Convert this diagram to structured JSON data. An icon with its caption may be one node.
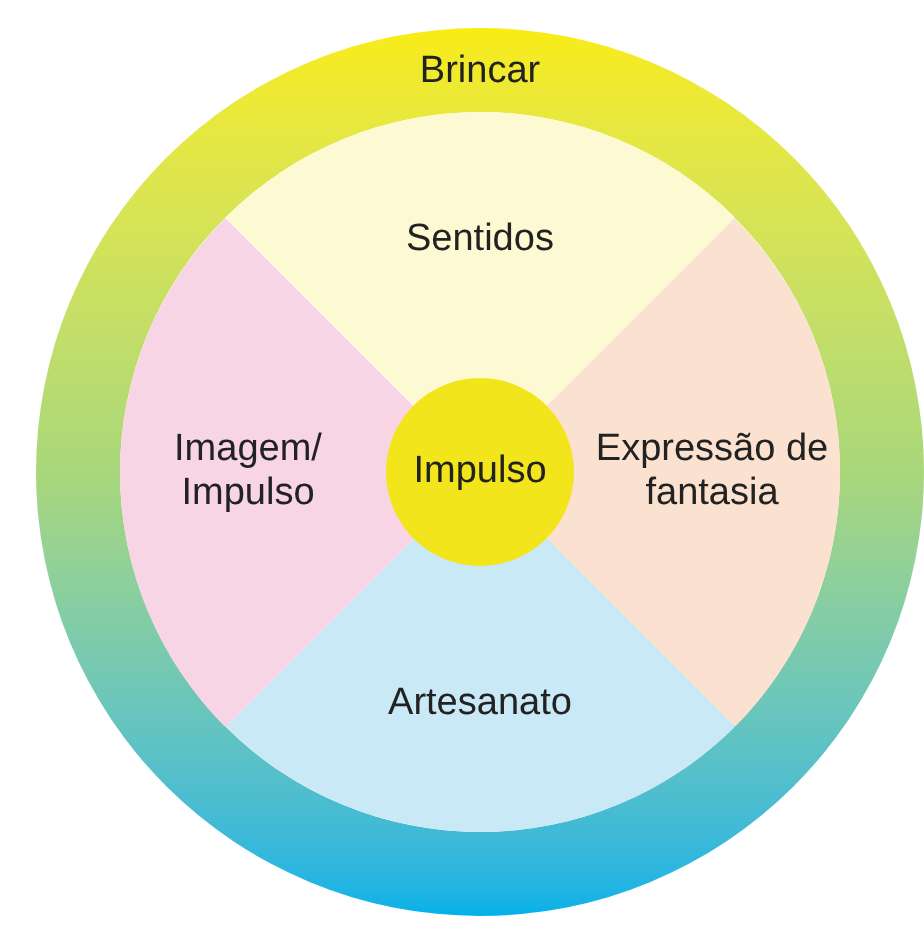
{
  "diagram": {
    "nodes": [
      {
        "text": [
          "Brincar"
        ]
      },
      {
        "text": [
          "Sentidos"
        ],
        "in": 0
      },
      {
        "text": [
          "Expressão de fantasia"
        ],
        "in": 0
      },
      {
        "text": [
          "Artesanato"
        ],
        "in": 0
      },
      {
        "text": [
          "Imagem/ Impulso"
        ],
        "in": 0
      },
      {
        "text": [
          "Impulso"
        ],
        "in": 0
      }
    ]
  }
}
